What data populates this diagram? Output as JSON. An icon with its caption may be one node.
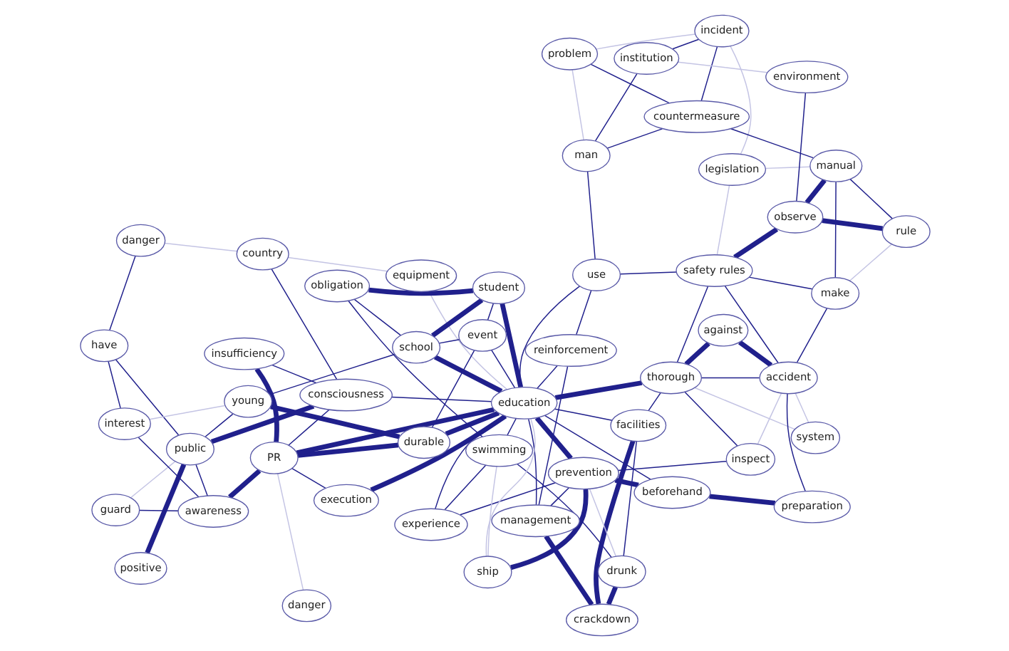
{
  "diagram": {
    "nodes": [
      {
        "text": [
          "guard"
        ]
      },
      {
        "text": [
          "have"
        ]
      },
      {
        "text": [
          "interest"
        ]
      },
      {
        "text": [
          "country"
        ]
      },
      {
        "text": [
          "awareness"
        ]
      },
      {
        "text": [
          "equipment"
        ]
      },
      {
        "text": [
          "young"
        ]
      },
      {
        "text": [
          "public"
        ]
      },
      {
        "text": [
          "danger"
        ]
      },
      {
        "text": [
          "danger"
        ]
      },
      {
        "text": [
          "consciousness"
        ]
      },
      {
        "text": [
          "event"
        ]
      },
      {
        "text": [
          "positive"
        ]
      },
      {
        "text": [
          "durable"
        ]
      },
      {
        "text": [
          "PR"
        ]
      },
      {
        "text": [
          "school"
        ]
      },
      {
        "text": [
          "problem"
        ]
      },
      {
        "text": [
          "insufficiency"
        ]
      },
      {
        "text": [
          "man"
        ]
      },
      {
        "text": [
          "student"
        ]
      },
      {
        "text": [
          "obligation"
        ]
      },
      {
        "text": [
          "countermeasure"
        ]
      },
      {
        "text": [
          "execution"
        ]
      },
      {
        "text": [
          "education"
        ]
      },
      {
        "text": [
          "incident"
        ]
      },
      {
        "text": [
          "experience"
        ]
      },
      {
        "text": [
          "swimming"
        ]
      },
      {
        "text": [
          "institution"
        ]
      },
      {
        "text": [
          "use"
        ]
      },
      {
        "text": [
          "reinforcement"
        ]
      },
      {
        "text": [
          "legislation"
        ]
      },
      {
        "text": [
          "environment"
        ]
      },
      {
        "text": [
          "management"
        ]
      },
      {
        "text": [
          "prevention"
        ]
      },
      {
        "text": [
          "ship"
        ]
      },
      {
        "text": [
          "safety rules"
        ]
      },
      {
        "text": [
          "thorough"
        ]
      },
      {
        "text": [
          "manual"
        ]
      },
      {
        "text": [
          "observe"
        ]
      },
      {
        "text": [
          "facilities"
        ]
      },
      {
        "text": [
          "system"
        ]
      },
      {
        "text": [
          "rule"
        ]
      },
      {
        "text": [
          "drunk"
        ]
      },
      {
        "text": [
          "beforehand"
        ]
      },
      {
        "text": [
          "crackdown"
        ]
      },
      {
        "text": [
          "against"
        ]
      },
      {
        "text": [
          "make"
        ]
      },
      {
        "text": [
          "accident"
        ]
      },
      {
        "text": [
          "preparation"
        ]
      },
      {
        "text": [
          "inspect"
        ]
      }
    ],
    "edges": [
      {
        "from": 0,
        "to": 4,
        "arrow": "none"
      },
      {
        "from": 1,
        "to": 2,
        "arrow": "none"
      },
      {
        "from": 1,
        "to": 8,
        "arrow": "none"
      },
      {
        "from": 1,
        "to": 7,
        "arrow": "none"
      },
      {
        "from": 3,
        "to": 10,
        "arrow": "none"
      },
      {
        "from": 2,
        "to": 4,
        "arrow": "none"
      },
      {
        "from": 4,
        "to": 7,
        "arrow": "none"
      },
      {
        "from": 4,
        "to": 14,
        "arrow": "none",
        "style": "thick"
      },
      {
        "from": 7,
        "to": 10,
        "arrow": "none",
        "style": "thick"
      },
      {
        "from": 7,
        "to": 12,
        "arrow": "none",
        "style": "thick"
      },
      {
        "from": 7,
        "to": 6,
        "arrow": "none"
      },
      {
        "from": 10,
        "to": 14,
        "arrow": "none"
      },
      {
        "from": 10,
        "to": 17,
        "arrow": "none"
      },
      {
        "from": 17,
        "to": 14,
        "arrow": "none",
        "style": "thick"
      },
      {
        "from": 14,
        "to": 23,
        "arrow": "none",
        "style": "thick"
      },
      {
        "from": 14,
        "to": 13,
        "arrow": "none",
        "style": "thick"
      },
      {
        "from": 22,
        "to": 23,
        "arrow": "none",
        "style": "thick"
      },
      {
        "from": 13,
        "to": 6,
        "arrow": "none",
        "style": "thick"
      },
      {
        "from": 13,
        "to": 11,
        "arrow": "none"
      },
      {
        "from": 13,
        "to": 23,
        "arrow": "none",
        "style": "thick"
      },
      {
        "from": 11,
        "to": 23,
        "arrow": "none"
      },
      {
        "from": 11,
        "to": 19,
        "arrow": "none"
      },
      {
        "from": 11,
        "to": 15,
        "arrow": "none"
      },
      {
        "from": 6,
        "to": 15,
        "arrow": "none"
      },
      {
        "from": 15,
        "to": 23,
        "arrow": "none",
        "style": "thick"
      },
      {
        "from": 15,
        "to": 19,
        "arrow": "none",
        "style": "thick"
      },
      {
        "from": 15,
        "to": 20,
        "arrow": "none"
      },
      {
        "from": 19,
        "to": 23,
        "arrow": "none",
        "style": "thick"
      },
      {
        "from": 19,
        "to": 20,
        "arrow": "none",
        "style": "thick"
      },
      {
        "from": 20,
        "to": 26,
        "arrow": "none"
      },
      {
        "from": 23,
        "to": 25,
        "arrow": "none"
      },
      {
        "from": 25,
        "to": 26,
        "arrow": "none"
      },
      {
        "from": 25,
        "to": 33,
        "arrow": "none"
      },
      {
        "from": 26,
        "to": 42,
        "arrow": "none"
      },
      {
        "from": 23,
        "to": 26,
        "arrow": "none"
      },
      {
        "from": 33,
        "to": 34,
        "arrow": "none",
        "style": "thick"
      },
      {
        "from": 23,
        "to": 33,
        "arrow": "none",
        "style": "thick"
      },
      {
        "from": 32,
        "to": 33,
        "arrow": "none"
      },
      {
        "from": 32,
        "to": 44,
        "arrow": "none",
        "style": "thick"
      },
      {
        "from": 44,
        "to": 42,
        "arrow": "none",
        "style": "thick"
      },
      {
        "from": 39,
        "to": 42,
        "arrow": "none"
      },
      {
        "from": 39,
        "to": 44,
        "arrow": "none",
        "style": "thick"
      },
      {
        "from": 43,
        "to": 48,
        "arrow": "none",
        "style": "thick"
      },
      {
        "from": 43,
        "to": 33,
        "arrow": "none",
        "style": "thick"
      },
      {
        "from": 23,
        "to": 36,
        "arrow": "none",
        "style": "thick"
      },
      {
        "from": 23,
        "to": 32,
        "arrow": "none"
      },
      {
        "from": 23,
        "to": 39,
        "arrow": "none"
      },
      {
        "from": 23,
        "to": 43,
        "arrow": "none"
      },
      {
        "from": 36,
        "to": 45,
        "arrow": "none",
        "style": "thick"
      },
      {
        "from": 36,
        "to": 39,
        "arrow": "none"
      },
      {
        "from": 36,
        "to": 47,
        "arrow": "none"
      },
      {
        "from": 45,
        "to": 47,
        "arrow": "none",
        "style": "thick"
      },
      {
        "from": 47,
        "to": 46,
        "arrow": "none"
      },
      {
        "from": 47,
        "to": 48,
        "arrow": "none"
      },
      {
        "from": 47,
        "to": 35,
        "arrow": "none"
      },
      {
        "from": 49,
        "to": 36,
        "arrow": "none"
      },
      {
        "from": 49,
        "to": 33,
        "arrow": "none"
      },
      {
        "from": 38,
        "to": 35,
        "arrow": "none",
        "style": "thick"
      },
      {
        "from": 38,
        "to": 37,
        "arrow": "none",
        "style": "thick"
      },
      {
        "from": 38,
        "to": 41,
        "arrow": "none",
        "style": "thick"
      },
      {
        "from": 38,
        "to": 31,
        "arrow": "none"
      },
      {
        "from": 37,
        "to": 41,
        "arrow": "none"
      },
      {
        "from": 37,
        "to": 46,
        "arrow": "none"
      },
      {
        "from": 37,
        "to": 21,
        "arrow": "none"
      },
      {
        "from": 46,
        "to": 35,
        "arrow": "none"
      },
      {
        "from": 18,
        "to": 27,
        "arrow": "none"
      },
      {
        "from": 18,
        "to": 28,
        "arrow": "none"
      },
      {
        "from": 18,
        "to": 21,
        "arrow": "none"
      },
      {
        "from": 16,
        "to": 21,
        "arrow": "none"
      },
      {
        "from": 24,
        "to": 27,
        "arrow": "none"
      },
      {
        "from": 24,
        "to": 21,
        "arrow": "none"
      },
      {
        "from": 28,
        "to": 29,
        "arrow": "none"
      },
      {
        "from": 28,
        "to": 35,
        "arrow": "none"
      },
      {
        "from": 28,
        "to": 23,
        "arrow": "none"
      },
      {
        "from": 29,
        "to": 23,
        "arrow": "none"
      },
      {
        "from": 29,
        "to": 32,
        "arrow": "none"
      },
      {
        "from": 35,
        "to": 36,
        "arrow": "none"
      },
      {
        "from": 14,
        "to": 22,
        "arrow": "none"
      },
      {
        "from": 10,
        "to": 23,
        "arrow": "none"
      },
      {
        "from": 5,
        "to": 23,
        "arrow": "none",
        "color": "#c4c4e4"
      },
      {
        "from": 5,
        "to": 3,
        "arrow": "none",
        "color": "#c4c4e4"
      },
      {
        "from": 9,
        "to": 14,
        "arrow": "none",
        "color": "#c4c4e4"
      },
      {
        "from": 3,
        "to": 8,
        "arrow": "none",
        "color": "#c4c4e4"
      },
      {
        "from": 0,
        "to": 7,
        "arrow": "none",
        "color": "#c4c4e4"
      },
      {
        "from": 2,
        "to": 6,
        "arrow": "none",
        "color": "#c4c4e4"
      },
      {
        "from": 30,
        "to": 35,
        "arrow": "none",
        "color": "#c4c4e4"
      },
      {
        "from": 30,
        "to": 24,
        "arrow": "none",
        "color": "#c4c4e4"
      },
      {
        "from": 30,
        "to": 37,
        "arrow": "none",
        "color": "#c4c4e4"
      },
      {
        "from": 16,
        "to": 24,
        "arrow": "none",
        "color": "#c4c4e4"
      },
      {
        "from": 16,
        "to": 18,
        "arrow": "none",
        "color": "#c4c4e4"
      },
      {
        "from": 40,
        "to": 36,
        "arrow": "none",
        "color": "#c4c4e4"
      },
      {
        "from": 40,
        "to": 47,
        "arrow": "none",
        "color": "#c4c4e4"
      },
      {
        "from": 49,
        "to": 47,
        "arrow": "none",
        "color": "#c4c4e4"
      },
      {
        "from": 34,
        "to": 26,
        "arrow": "none",
        "color": "#c4c4e4"
      },
      {
        "from": 34,
        "to": 23,
        "arrow": "none",
        "color": "#c4c4e4"
      },
      {
        "from": 42,
        "to": 33,
        "arrow": "none",
        "color": "#c4c4e4"
      },
      {
        "from": 31,
        "to": 27,
        "arrow": "none",
        "color": "#c4c4e4"
      },
      {
        "from": 41,
        "to": 46,
        "arrow": "none",
        "color": "#c4c4e4"
      }
    ]
  }
}
